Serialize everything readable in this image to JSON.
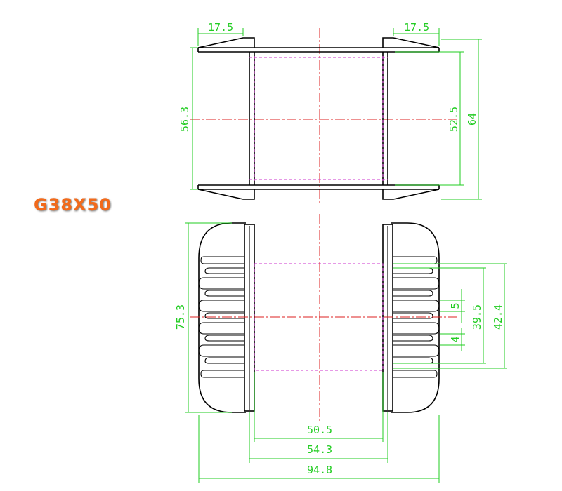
{
  "title": "G38X50",
  "colors": {
    "title": "#f26a1b",
    "dimension": "#22cc22",
    "center_line": "#dd2222",
    "hidden_line": "#cc33cc",
    "outline": "#000000"
  },
  "dimensions": {
    "top_flange_left": "17.5",
    "top_flange_right": "17.5",
    "top_height_left": "56.3",
    "top_inner_right": "52.5",
    "top_outer_right": "64",
    "bottom_height_left": "75.3",
    "pin_pitch": "5",
    "pin_width": "4",
    "window_height": "39.5",
    "flange_height": "42.4",
    "window_width": "50.5",
    "core_width": "54.3",
    "overall_width": "94.8"
  }
}
